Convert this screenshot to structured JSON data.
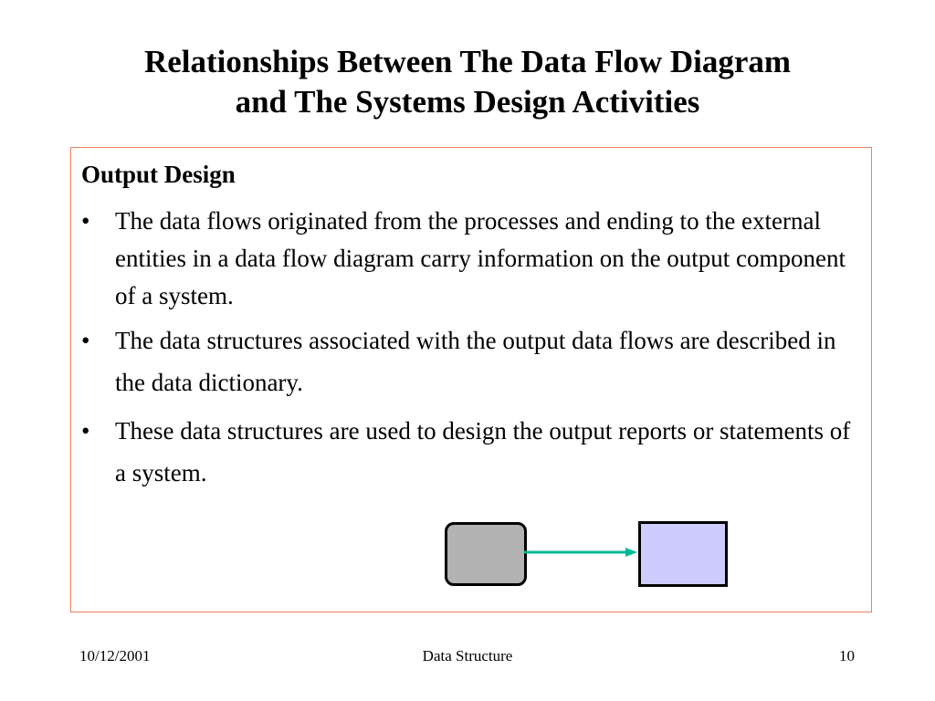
{
  "slide": {
    "title_line1": "Relationships Between The Data Flow Diagram",
    "title_line2": "and The Systems Design Activities"
  },
  "content": {
    "heading": "Output Design",
    "bullet_symbol": "•",
    "bullets": [
      "The data flows originated from the processes and ending to the external entities in a data flow diagram carry information on the output component of a system.",
      "The data structures associated with the output data flows are described in the data dictionary.",
      "These data structures are used to design the output reports or statements of a system."
    ]
  },
  "diagram": {
    "process_color": "#b3b3b3",
    "entity_color": "#ccccff",
    "flow_color": "#00b894",
    "border_color": "#e8835f"
  },
  "footer": {
    "date": "10/12/2001",
    "center": "Data Structure",
    "page": "10"
  }
}
